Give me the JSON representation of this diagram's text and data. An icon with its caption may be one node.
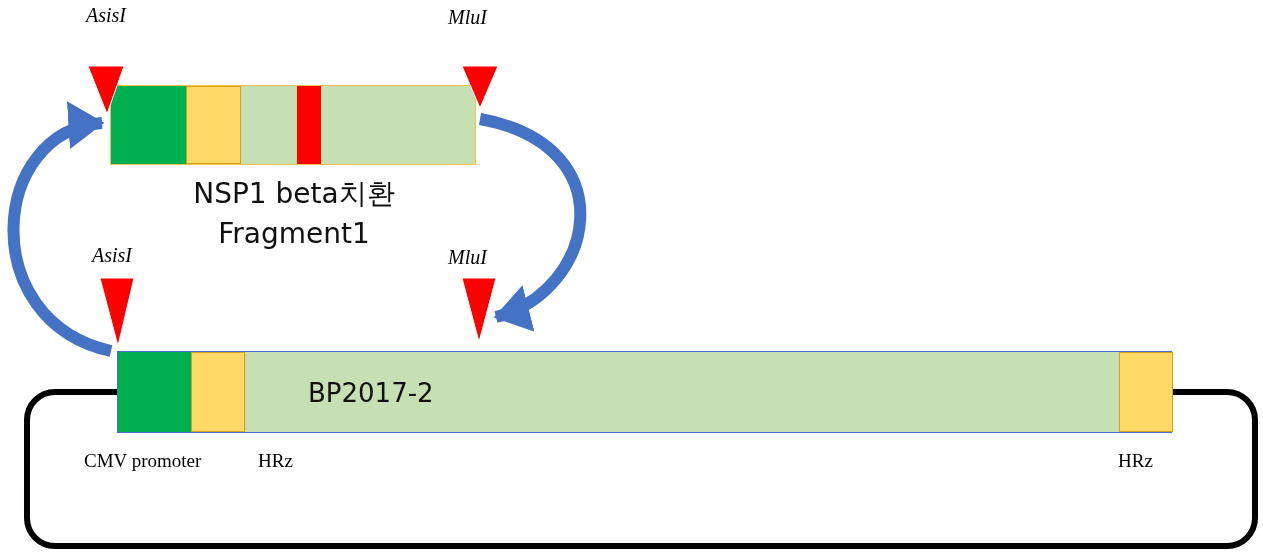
{
  "diagram": {
    "nodes": [
      {
        "text": [
          "NSP1 beta치환 Fragment1"
        ]
      },
      {
        "text": [],
        "shape": "bar",
        "in": 0
      },
      {
        "text": [],
        "shape": "bar",
        "in": 0
      },
      {
        "text": [],
        "shape": "bar",
        "in": 0
      },
      {
        "text": [
          "BP2017-2"
        ]
      },
      {
        "text": [],
        "shape": "bar",
        "in": 4
      },
      {
        "text": [],
        "shape": "bar",
        "in": 4
      },
      {
        "text": [],
        "shape": "bar",
        "in": 4
      }
    ],
    "edges": [
      {
        "from": 4,
        "to": 0,
        "arrow": "to"
      },
      {
        "from": 0,
        "to": 4,
        "arrow": "to"
      }
    ],
    "labels": [
      "AsisI",
      "MluI",
      "AsisI",
      "MluI",
      "CMV promoter",
      "HRz",
      "HRz"
    ]
  }
}
